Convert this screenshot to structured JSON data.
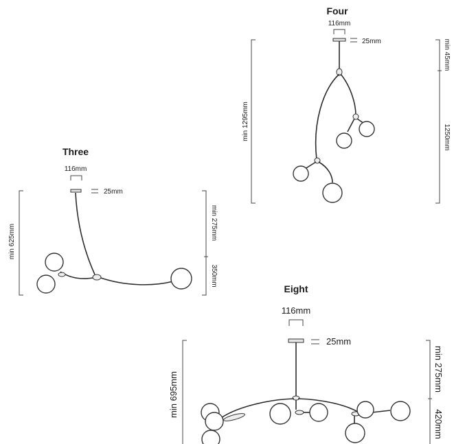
{
  "diagrams": {
    "four": {
      "title": "Four",
      "canopy_width": "116mm",
      "canopy_height": "25mm",
      "min_drop": "min 45mm",
      "body_height": "1250mm",
      "total_height": "min 1295mm"
    },
    "three": {
      "title": "Three",
      "canopy_width": "116mm",
      "canopy_height": "25mm",
      "min_drop": "min 275mm",
      "body_height": "350mm",
      "total_height": "min 625mm"
    },
    "eight": {
      "title": "Eight",
      "canopy_width": "116mm",
      "canopy_height": "25mm",
      "min_drop": "min 275mm",
      "body_height": "420mm",
      "total_height": "min 695mm"
    }
  }
}
